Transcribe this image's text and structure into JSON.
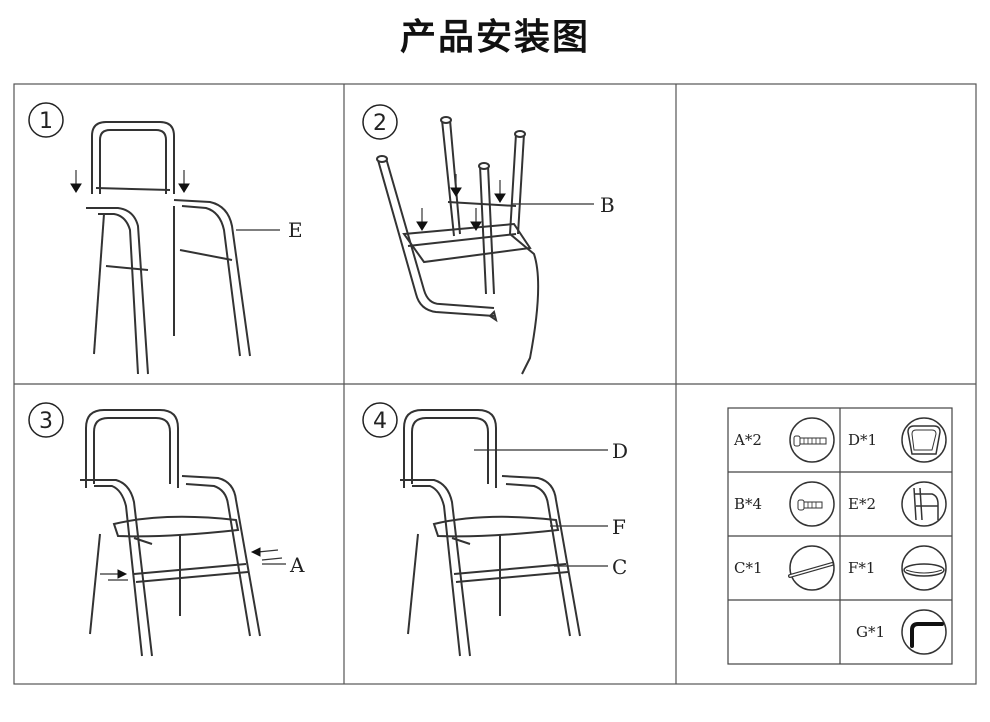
{
  "title": "产品安装图",
  "steps": [
    {
      "num": "1",
      "callouts": [
        "E"
      ]
    },
    {
      "num": "2",
      "callouts": [
        "B"
      ]
    },
    {
      "num": "3",
      "callouts": [
        "A"
      ]
    },
    {
      "num": "4",
      "callouts": [
        "D",
        "F",
        "C"
      ]
    }
  ],
  "parts": [
    {
      "label": "A*2",
      "icon": "bolt-icon"
    },
    {
      "label": "D*1",
      "icon": "backrest-icon"
    },
    {
      "label": "B*4",
      "icon": "short-bolt-icon"
    },
    {
      "label": "E*2",
      "icon": "armrest-frame-icon"
    },
    {
      "label": "C*1",
      "icon": "crossbar-icon"
    },
    {
      "label": "F*1",
      "icon": "seat-icon"
    },
    {
      "label": "G*1",
      "icon": "allen-key-icon"
    }
  ]
}
